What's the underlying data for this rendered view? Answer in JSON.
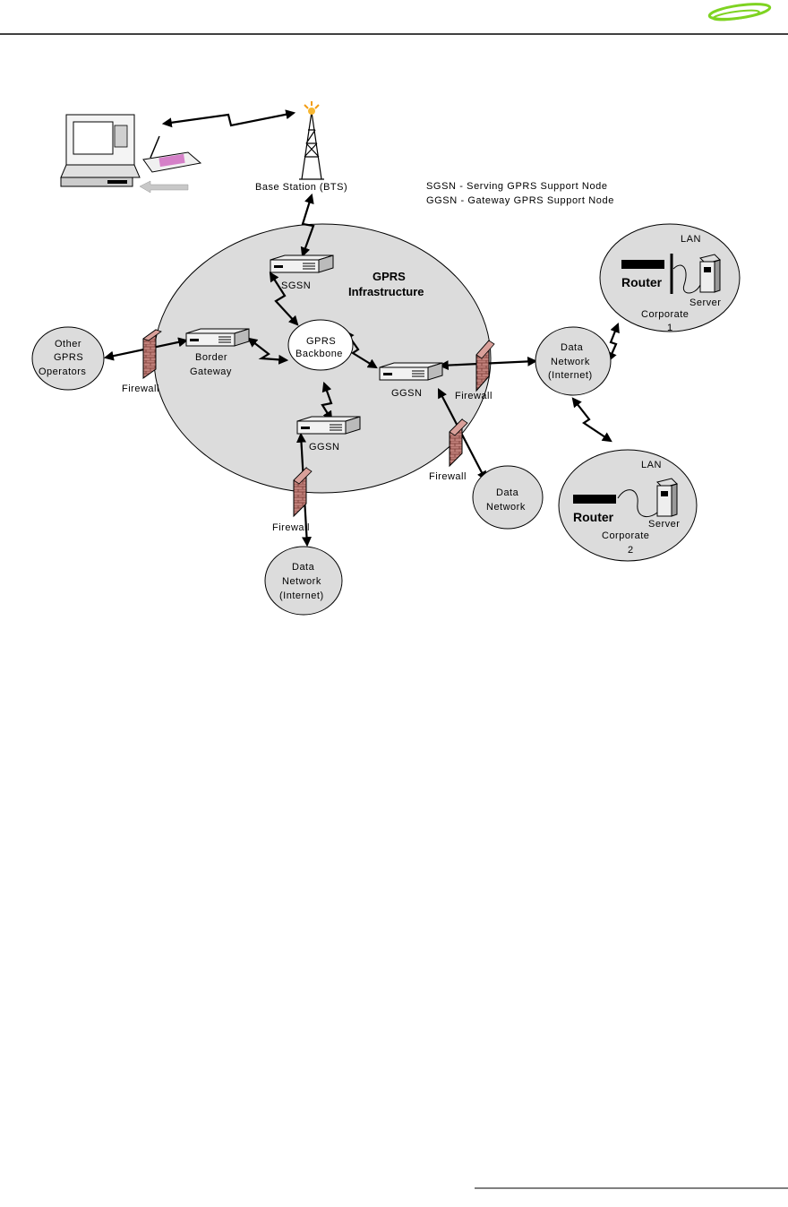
{
  "legend": {
    "sgsn": "SGSN - Serving GPRS Support Node",
    "ggsn": "GGSN - Gateway GPRS Support Node"
  },
  "labels": {
    "base_station": "Base Station (BTS)",
    "infra_line1": "GPRS",
    "infra_line2": "Infrastructure",
    "sgsn": "SGSN",
    "backbone_line1": "GPRS",
    "backbone_line2": "Backbone",
    "ggsn_right": "GGSN",
    "ggsn_bottom": "GGSN",
    "border_gw_line1": "Border",
    "border_gw_line2": "Gateway",
    "other_ops_line1": "Other",
    "other_ops_line2": "GPRS",
    "other_ops_line3": "Operators",
    "firewall_left": "Firewall",
    "firewall_right": "Firewall",
    "firewall_mid": "Firewall",
    "firewall_bottom": "Firewall",
    "dn_inet_right_line1": "Data",
    "dn_inet_right_line2": "Network",
    "dn_inet_right_line3": "(Internet)",
    "dn_mid_line1": "Data",
    "dn_mid_line2": "Network",
    "dn_bottom_line1": "Data",
    "dn_bottom_line2": "Network",
    "dn_bottom_line3": "(Internet)",
    "corp1_lan": "LAN",
    "corp1_router": "Router",
    "corp1_server": "Server",
    "corp1_line1": "Corporate",
    "corp1_line2": "1",
    "corp2_lan": "LAN",
    "corp2_router": "Router",
    "corp2_server": "Server",
    "corp2_line1": "Corporate",
    "corp2_line2": "2"
  },
  "colors": {
    "cloud_fill": "#dcdcdc",
    "firewall_brick": "#c0807a",
    "logo_green": "#7ed321"
  }
}
